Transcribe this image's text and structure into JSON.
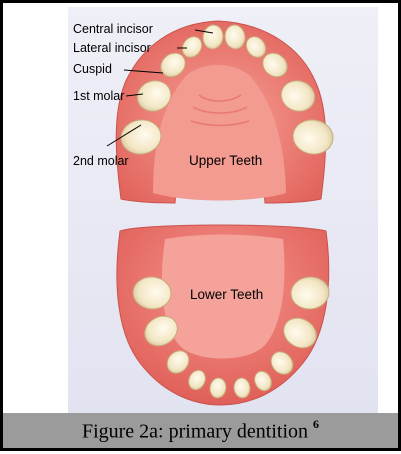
{
  "labels": {
    "central_incisor": "Central incisor",
    "lateral_incisor": "Lateral incisor",
    "cuspid": "Cuspid",
    "first_molar": "1st molar",
    "second_molar": "2nd molar",
    "upper_teeth": "Upper Teeth",
    "lower_teeth": "Lower Teeth"
  },
  "caption": {
    "text": "Figure 2a: primary dentition",
    "ref": "6"
  },
  "colors": {
    "panel_bg": "#e8e8f4",
    "gum": "#e8736b",
    "palate": "#f08a82",
    "tooth": "#f3e8c8",
    "caption_bar": "#9b9b9b"
  }
}
